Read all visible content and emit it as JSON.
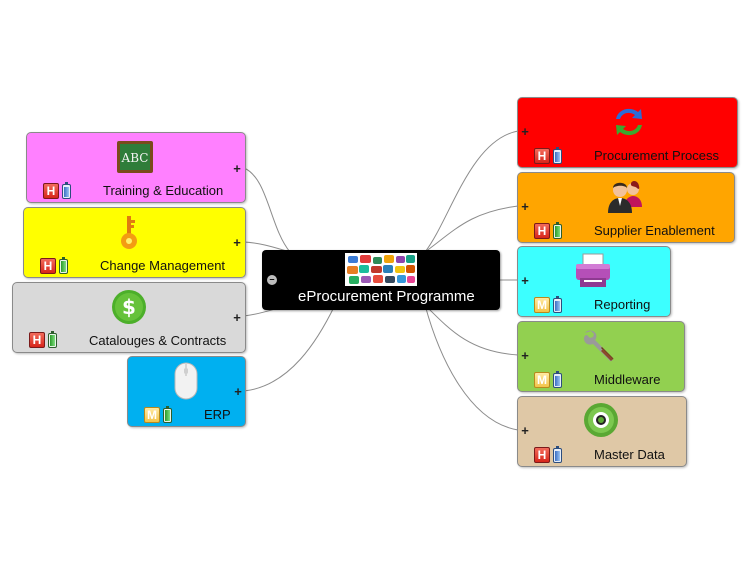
{
  "central": {
    "title": "eProcurement Programme",
    "collapse_symbol": "–"
  },
  "expand_symbol": "+",
  "nodes": [
    {
      "label": "Training & Education",
      "priority": "H",
      "battery": "blue",
      "icon": "chalkboard-icon",
      "icon_text": "ABC",
      "color": "#ff80ff"
    },
    {
      "label": "Change Management",
      "priority": "H",
      "battery": "green",
      "icon": "key-icon",
      "color": "#ffff00"
    },
    {
      "label": "Catalouges & Contracts",
      "priority": "H",
      "battery": "green",
      "icon": "dollar-coin-icon",
      "icon_text": "$",
      "color": "#d9d9d9"
    },
    {
      "label": "ERP",
      "priority": "M",
      "battery": "green",
      "icon": "mouse-icon",
      "color": "#00b0f0"
    },
    {
      "label": "Procurement Process",
      "priority": "H",
      "battery": "blue",
      "icon": "sync-arrows-icon",
      "color": "#ff0000"
    },
    {
      "label": "Supplier Enablement",
      "priority": "H",
      "battery": "green",
      "icon": "people-icon",
      "color": "#ffa500"
    },
    {
      "label": "Reporting",
      "priority": "M",
      "battery": "blue",
      "icon": "printer-icon",
      "color": "#3cffff"
    },
    {
      "label": "Middleware",
      "priority": "M",
      "battery": "blue",
      "icon": "wrench-icon",
      "color": "#92d050"
    },
    {
      "label": "Master Data",
      "priority": "H",
      "battery": "blue",
      "icon": "disc-icon",
      "color": "#dfc8a6"
    }
  ]
}
